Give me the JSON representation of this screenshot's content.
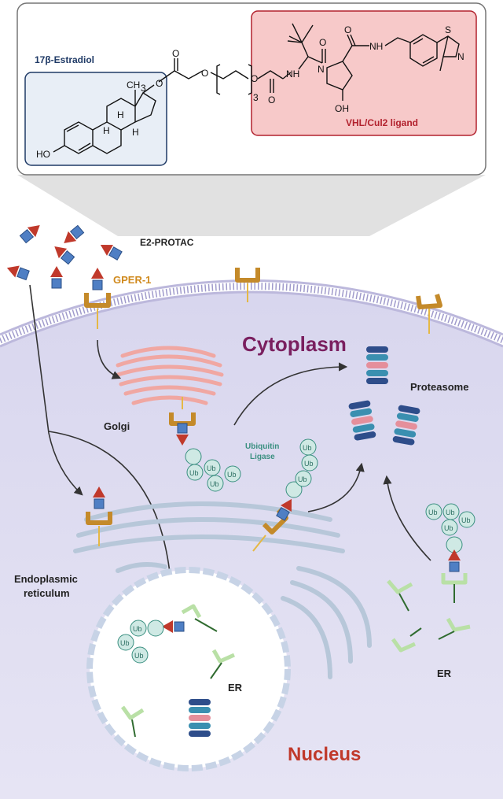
{
  "structure": {
    "estradiol_label": "17β-Estradiol",
    "vhl_label": "VHL/Cul2 ligand",
    "atoms": {
      "methyl": "CH",
      "methyl_sub": "3",
      "ho": "HO",
      "h_a": "H",
      "h_b": "H",
      "h_c": "H",
      "o_ester": "O",
      "o_carbonyl1": "O",
      "o_ether1": "O",
      "o_ether2": "O",
      "peg_count": "3",
      "o_carbonyl2": "O",
      "nh_amide1": "NH",
      "o_carbonyl3": "O",
      "n_pyrrolidine": "N",
      "o_carbonyl4": "O",
      "nh_amide2": "NH",
      "oh": "OH",
      "s_thiazole": "S",
      "n_thiazole": "N"
    }
  },
  "labels": {
    "e2_protac": "E2-PROTAC",
    "gper1": "GPER-1",
    "cytoplasm": "Cytoplasm",
    "proteasome": "Proteasome",
    "golgi": "Golgi",
    "ubiquitin_ligase_line1": "Ubiquitin",
    "ubiquitin_ligase_line2": "Ligase",
    "endoplasmic_line1": "Endoplasmic",
    "endoplasmic_line2": "reticulum",
    "er_nucleus": "ER",
    "er_right": "ER",
    "nucleus": "Nucleus",
    "ub": "Ub"
  },
  "colors": {
    "estradiol_box": "#1f3a66",
    "vhl_box": "#b2222e",
    "cytoplasm_text": "#7a1f5f",
    "nucleus_text": "#c0392b",
    "gper_text": "#d08a1e",
    "receptor": "#c48a2a",
    "ub_fill": "#cfe9e4",
    "ub_stroke": "#3a8f80"
  }
}
